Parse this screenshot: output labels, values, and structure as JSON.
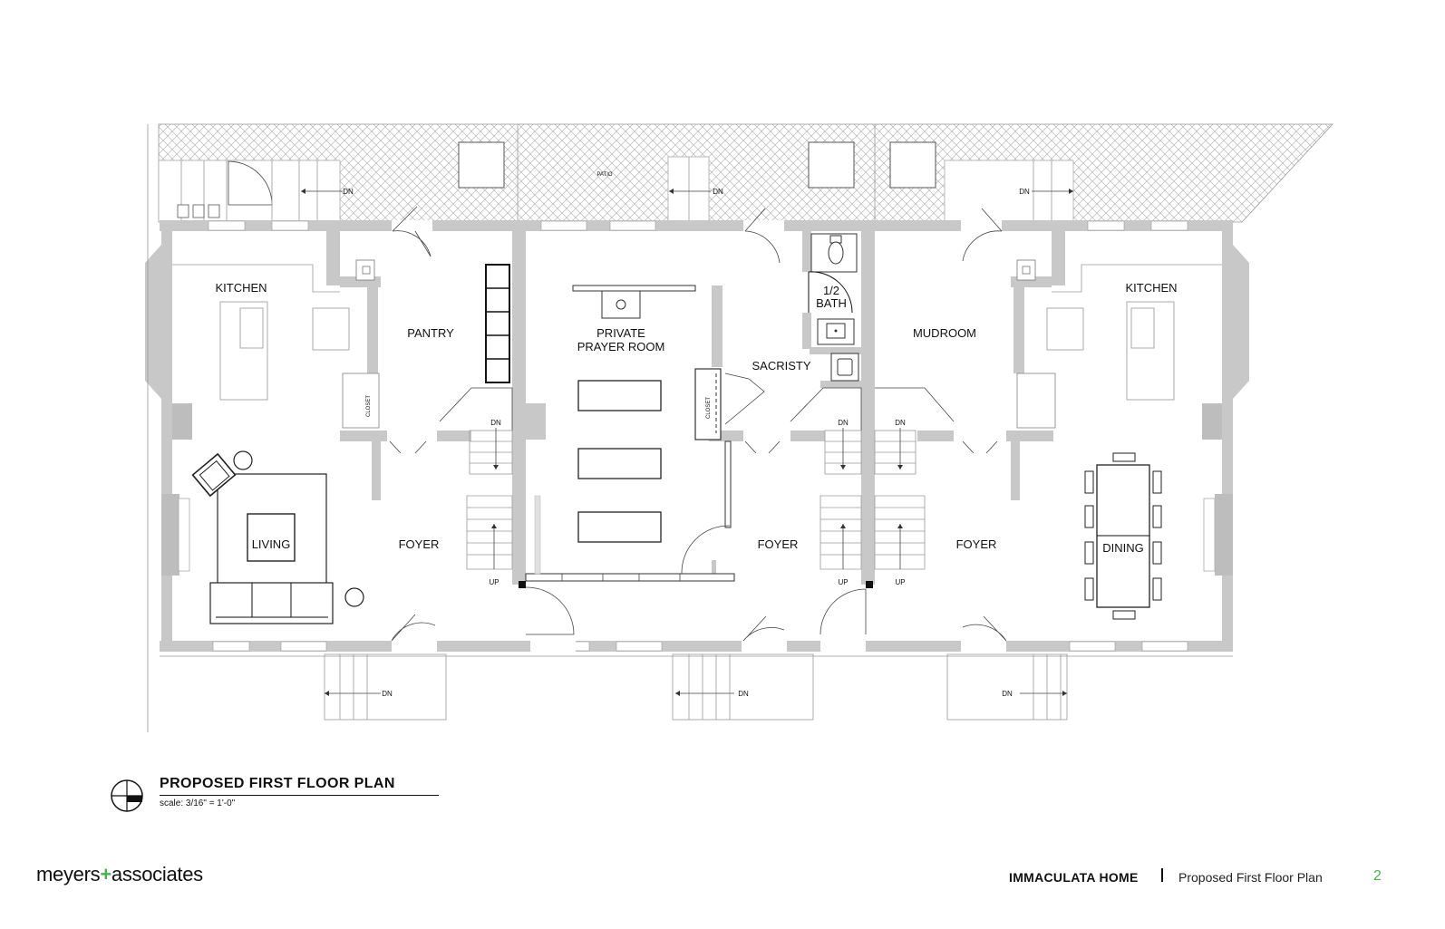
{
  "rooms": {
    "kitchen_left": "KITCHEN",
    "pantry": "PANTRY",
    "closet_left": "CLOSET",
    "living": "LIVING",
    "foyer_left": "FOYER",
    "prayer_line1": "PRIVATE",
    "prayer_line2": "PRAYER ROOM",
    "closet_mid": "CLOSET",
    "sacristy": "SACRISTY",
    "bath_line1": "1/2",
    "bath_line2": "BATH",
    "foyer_mid": "FOYER",
    "mudroom": "MUDROOM",
    "foyer_right": "FOYER",
    "kitchen_right": "KITCHEN",
    "dining": "DINING",
    "patio": "PATIO"
  },
  "stairs": {
    "dn": "DN",
    "up": "UP"
  },
  "title_block": {
    "title": "PROPOSED FIRST FLOOR PLAN",
    "scale": "scale:  3/16\" = 1'-0\""
  },
  "footer": {
    "brand_left": "meyers",
    "brand_plus": "+",
    "brand_right": "associates",
    "project": "IMMACULATA HOME",
    "subtitle": "Proposed First Floor Plan",
    "page": "2"
  },
  "colors": {
    "wall": "#c8c8c8",
    "accent": "#4caf50",
    "ink": "#111111"
  }
}
